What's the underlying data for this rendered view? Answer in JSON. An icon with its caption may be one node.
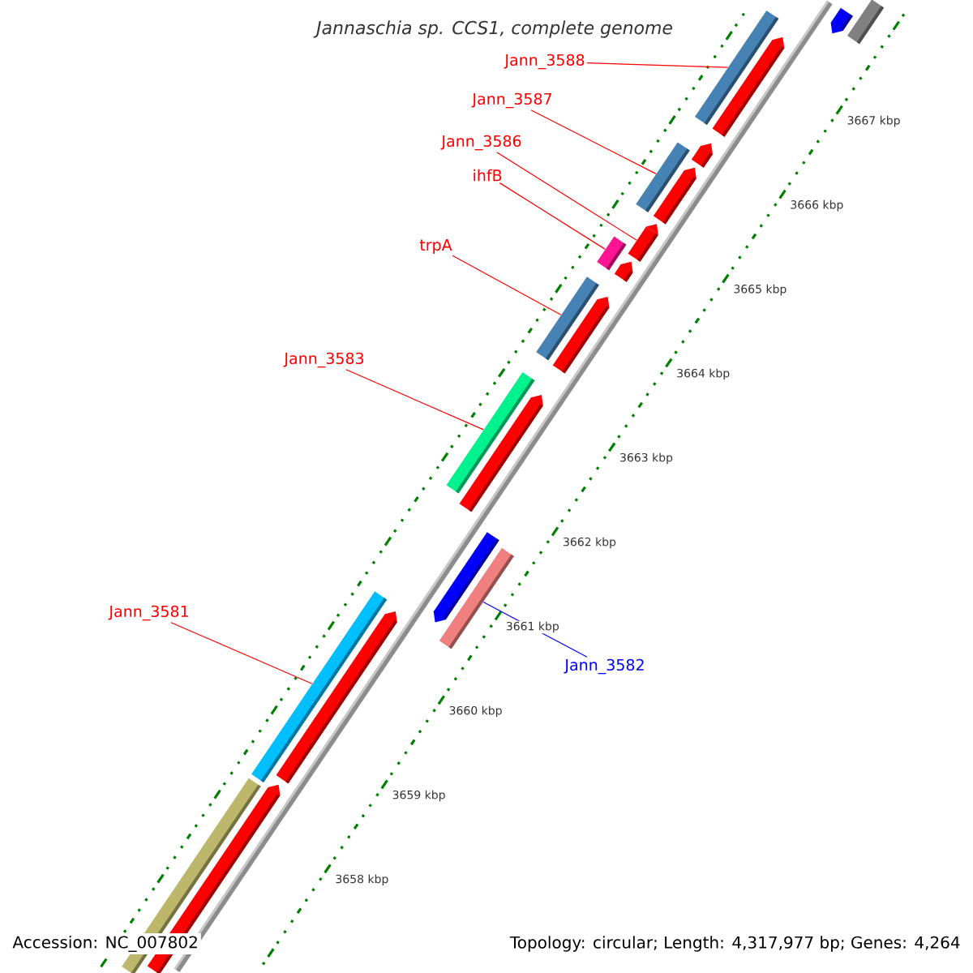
{
  "diagram": {
    "title": "Jannaschia sp. CCS1, complete genome",
    "nodes": [
      {
        "text": [
          "Jann_3588"
        ]
      },
      {
        "text": [
          "Jann_3587"
        ]
      },
      {
        "text": [
          "Jann_3586"
        ]
      },
      {
        "text": [
          "ihfB"
        ]
      },
      {
        "text": [
          "trpA"
        ]
      },
      {
        "text": [
          "Jann_3583"
        ]
      },
      {
        "text": [
          "Jann_3581"
        ]
      },
      {
        "text": [
          "Jann_3582"
        ]
      },
      {
        "text": [],
        "shape": "bar"
      },
      {
        "text": [],
        "shape": "bar"
      },
      {
        "text": [],
        "shape": "bar"
      },
      {
        "text": [],
        "shape": "bar"
      },
      {
        "text": [],
        "shape": "bar"
      },
      {
        "text": [],
        "shape": "bar"
      },
      {
        "text": [],
        "shape": "bar"
      },
      {
        "text": [],
        "shape": "bar"
      }
    ],
    "edges": [
      {
        "from": 0,
        "to": 8,
        "arrow": "none"
      },
      {
        "from": 1,
        "to": 9,
        "arrow": "none"
      },
      {
        "from": 2,
        "to": 10,
        "arrow": "none"
      },
      {
        "from": 3,
        "to": 11,
        "arrow": "none"
      },
      {
        "from": 4,
        "to": 12,
        "arrow": "none"
      },
      {
        "from": 5,
        "to": 13,
        "arrow": "none"
      },
      {
        "from": 6,
        "to": 14,
        "arrow": "none"
      },
      {
        "from": 7,
        "to": 15,
        "arrow": "none",
        "color": "#0000ff"
      }
    ],
    "labels": [
      "3667 kbp",
      "3666 kbp",
      "3665 kbp",
      "3664 kbp",
      "3663 kbp",
      "3662 kbp",
      "3661 kbp",
      "3660 kbp",
      "3659 kbp",
      "3658 kbp",
      "Accession: NC_007802",
      "Topology: circular; Length: 4,317,977 bp; Genes: 4,264"
    ]
  }
}
